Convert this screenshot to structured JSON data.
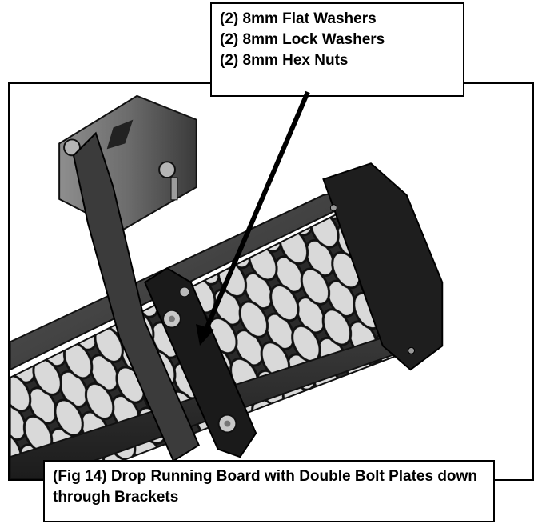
{
  "callout": {
    "lines": [
      "(2) 8mm Flat Washers",
      "(2) 8mm Lock Washers",
      "(2) 8mm Hex Nuts"
    ]
  },
  "caption": {
    "text": "(Fig 14) Drop Running Board with Double Bolt Plates down through Brackets"
  },
  "illustration": {
    "subject": "running-board-bracket-assembly",
    "colors": {
      "metal_dark": "#2b2b2b",
      "metal_mid": "#555555",
      "metal_light": "#9a9a9a",
      "background": "#ffffff"
    }
  }
}
